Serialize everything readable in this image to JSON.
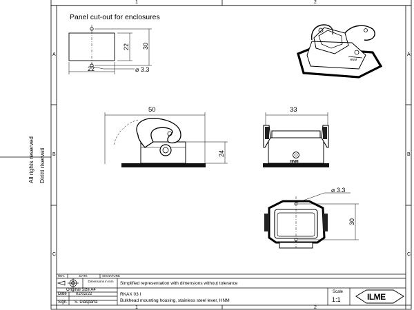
{
  "sheet": {
    "columns": [
      "1",
      "2"
    ],
    "rows": [
      "A",
      "B",
      "C"
    ],
    "rights": [
      "All rights reserved",
      "Diritti riservati"
    ]
  },
  "drawing": {
    "cutout_title": "Panel cut-out for enclosures",
    "cutout_dims": {
      "width": "22",
      "inner_height": "22",
      "outer_height": "30",
      "hole": "⌀ 3.3"
    },
    "side_width": "50",
    "side_height": "24",
    "front_width": "33",
    "front_label": "HNM",
    "top_hole": "⌀ 3.3",
    "top_height": "30"
  },
  "title_block": {
    "rev_headers": [
      "REV.",
      "DATE",
      "SIGNATURE"
    ],
    "dimensions_unit": "Dimensions in mm",
    "note": "Simplified representation with dimensions without tolerance",
    "original_size": "Original Size A4",
    "date_label": "Date",
    "date_value": "02/02/22",
    "sign_label": "Sign.",
    "sign_value": "S. Diasparra",
    "code": "RKAX 03 I",
    "description": "Bulkhead mounting housing, stainless steel lever, HNM",
    "scale_label": "Scale",
    "scale_value": "1:1",
    "logo": "ILME"
  }
}
